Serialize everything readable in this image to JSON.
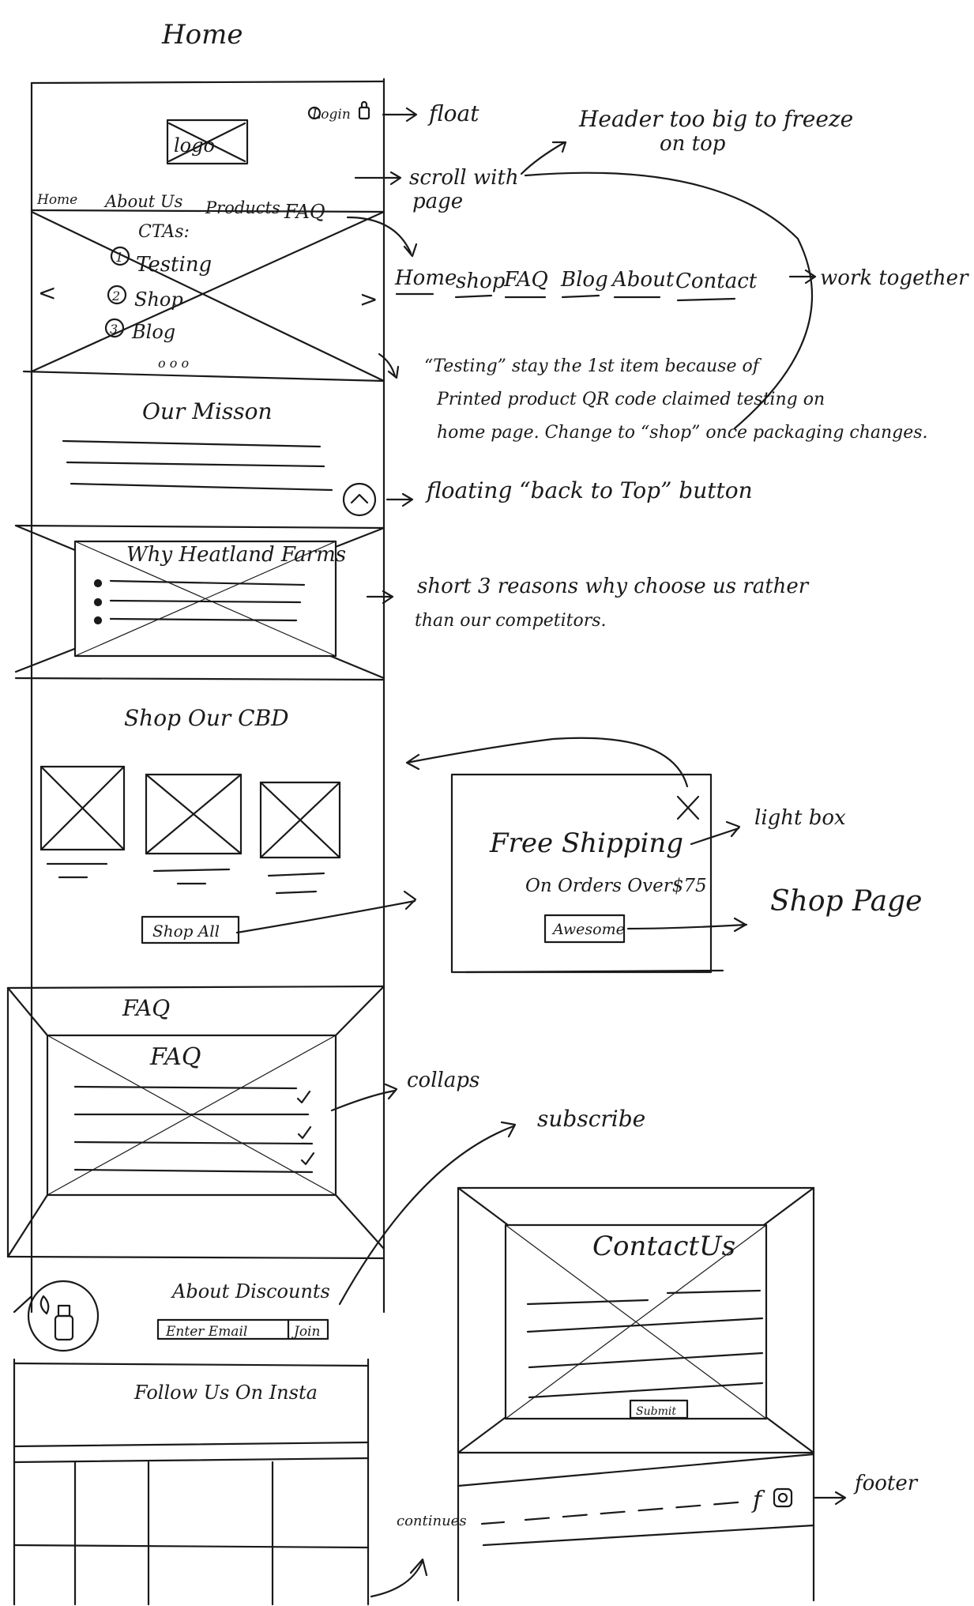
{
  "page_title": "Home",
  "header": {
    "login_label": "Login",
    "logo_label": "logo",
    "nav_items": [
      "Home",
      "About Us",
      "Products",
      "FAQ"
    ]
  },
  "hero": {
    "title": "CTAs:",
    "items": [
      "Testing",
      "Shop",
      "Blog"
    ],
    "numbers": [
      "1",
      "2",
      "3"
    ],
    "dots": "o o o",
    "prev": "<",
    "next": ">"
  },
  "mission": {
    "title": "Our Misson"
  },
  "why": {
    "title": "Why Heatland Farms"
  },
  "shop": {
    "title": "Shop Our CBD",
    "shop_all_label": "Shop All"
  },
  "faq": {
    "faded_label": "FAQ",
    "title": "FAQ"
  },
  "subscribe": {
    "title": "About Discounts",
    "email_placeholder": "Enter Email",
    "join_label": "Join"
  },
  "insta": {
    "title": "Follow Us On Insta"
  },
  "lightbox": {
    "title": "Free Shipping",
    "subtitle": "On Orders Over$75",
    "button_label": "Awesome",
    "close": "X"
  },
  "contact": {
    "title": "ContactUs",
    "submit_label": "Submit"
  },
  "footer_icons": [
    "facebook-icon",
    "instagram-icon"
  ],
  "annotations": {
    "float": "float",
    "scroll_line1": "scroll with",
    "scroll_line2": "page",
    "header_line1": "Header too big to freeze",
    "header_line2": "on top",
    "mobile_nav": [
      "Home",
      "shop",
      "FAQ",
      "Blog",
      "About",
      "Contact"
    ],
    "work_together": "work together",
    "testing_line1": "“Testing” stay the 1st item because of",
    "testing_line2": "Printed product QR code claimed testing on",
    "testing_line3": "home page. Change to “shop” once packaging changes.",
    "back_to_top": "floating “back to Top” button",
    "reasons_line1": "short 3 reasons why choose us rather",
    "reasons_line2": "than our competitors.",
    "light_box": "light box",
    "shop_page": "Shop Page",
    "collaps": "collaps",
    "subscribe": "subscribe",
    "continues": "continues",
    "footer": "footer"
  }
}
